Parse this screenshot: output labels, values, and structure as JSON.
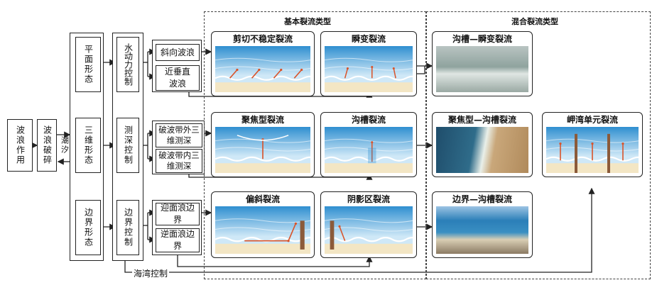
{
  "boxes": {
    "wave_action": "波浪作用",
    "wave_breaking": "波浪破碎",
    "tide": "潮汐",
    "planform": "平面形态",
    "three_d": "三维形态",
    "boundary_form": "边界形态",
    "hydro_ctrl": "水动力控制",
    "bathy_ctrl": "测深控制",
    "boundary_ctrl": "边界控制",
    "oblique_wave": "斜向波浪",
    "near_normal": "近垂直波浪",
    "outer_3d": "破波带外三维测深",
    "inner_3d": "破波带内三维测深",
    "head_on_boundary": "迎面浪边界",
    "reverse_boundary": "逆面浪边界",
    "bay_control": "海湾控制"
  },
  "sections": {
    "basic": "基本裂流类型",
    "mixed": "混合裂流类型"
  },
  "panels": {
    "shear": "剪切不稳定裂流",
    "transient": "瞬变裂流",
    "focus": "聚焦型裂流",
    "channel": "沟槽裂流",
    "deflect": "偏斜裂流",
    "shadow": "阴影区裂流",
    "channel_transient": "沟槽—瞬变裂流",
    "focus_channel": "聚焦型—沟槽裂流",
    "boundary_channel": "边界—沟槽裂流",
    "embayed_cell": "岬湾单元裂流"
  },
  "colors": {
    "sea_dark": "#2f8fd0",
    "sea_light": "#cfe8f7",
    "sand": "#f3e6c4",
    "arrow": "#d9542b"
  }
}
